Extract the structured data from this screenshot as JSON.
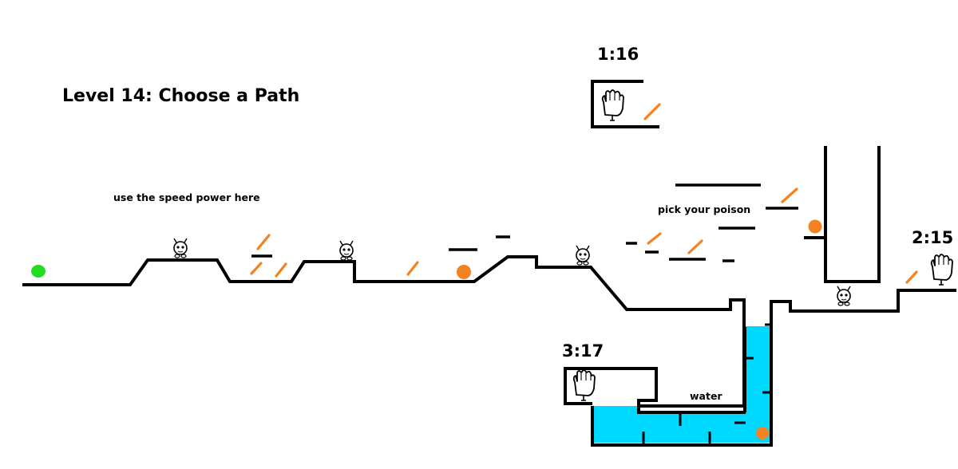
{
  "level": {
    "title": "Level 14: Choose a Path"
  },
  "annotations": {
    "speed_hint": "use the speed power here",
    "poison_hint": "pick your poison",
    "water_label": "water"
  },
  "goals": {
    "top": "1:16",
    "right": "2:15",
    "bottom": "3:17"
  },
  "colors": {
    "ground": "#000000",
    "player": "#22dd22",
    "orb": "#f58220",
    "dash": "#f58220",
    "water": "#00d9ff",
    "background": "#ffffff"
  },
  "icons": {
    "player": "green-blob",
    "enemy": "round-critter-with-antennae",
    "goal": "glove-icon",
    "pickup": "orange-orb",
    "speed_pad": "orange-slash"
  }
}
